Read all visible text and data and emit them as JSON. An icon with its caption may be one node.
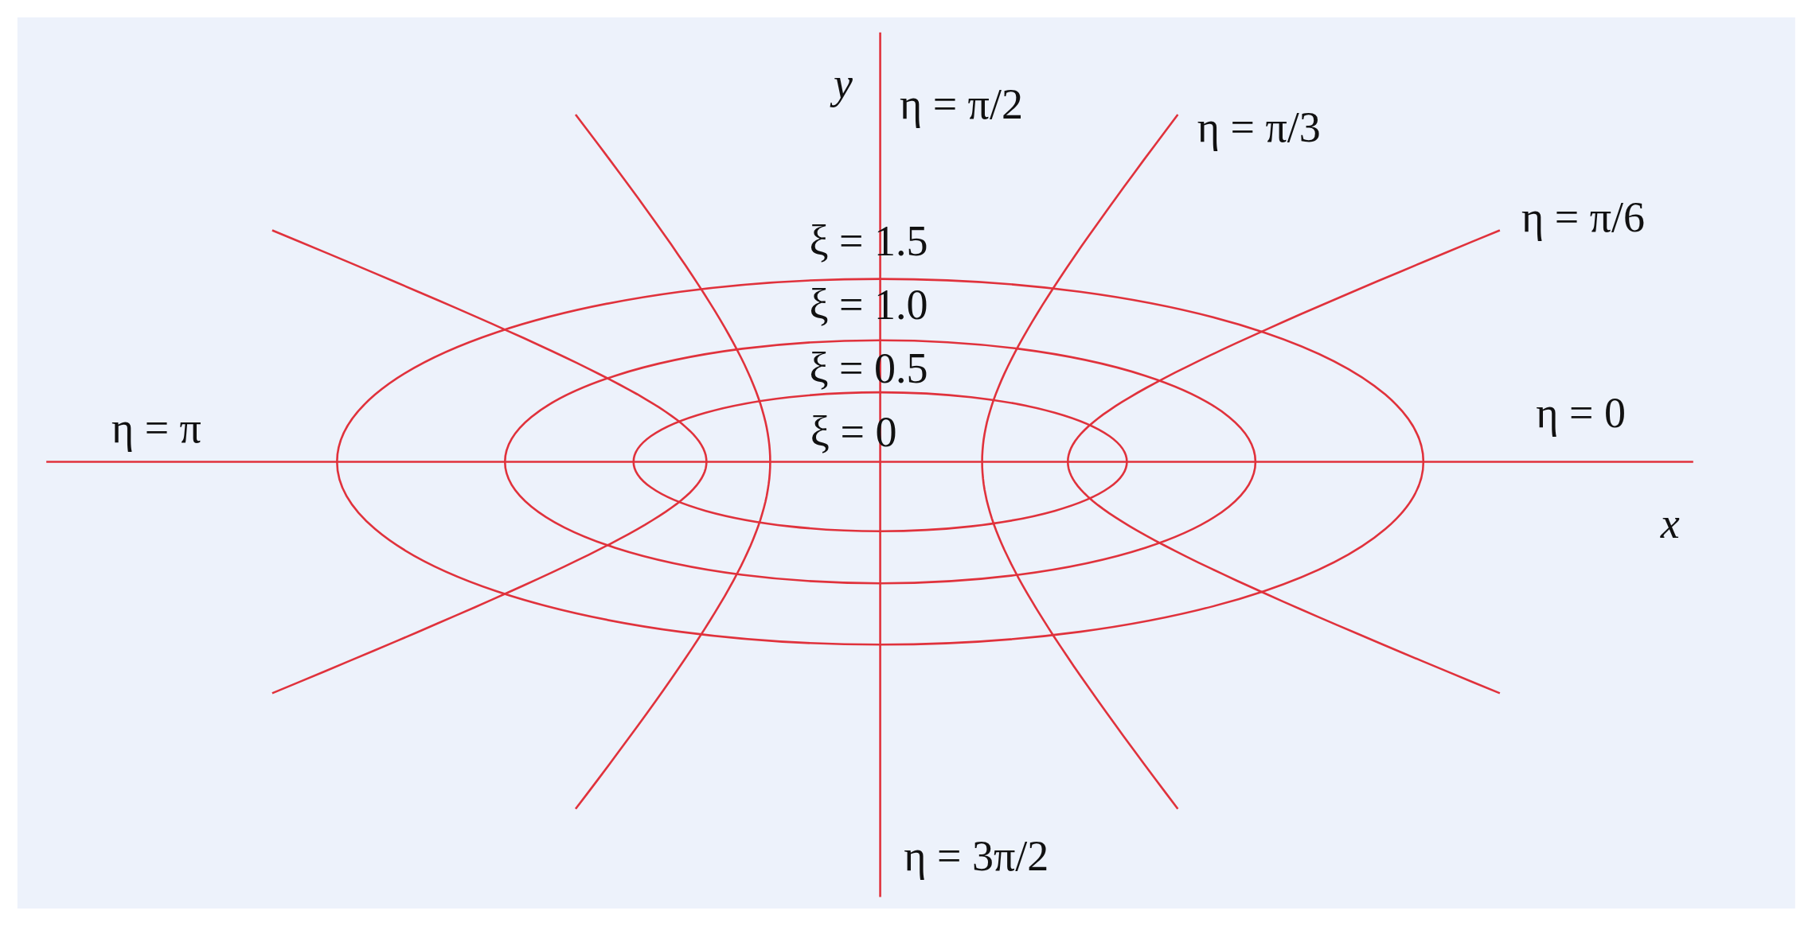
{
  "diagram": {
    "labels": [
      "y",
      "η = π/2",
      "η = π/3",
      "η = π/6",
      "ξ = 1.5",
      "ξ = 1.0",
      "ξ = 0.5",
      "η = π",
      "ξ = 0",
      "η = 0",
      "x",
      "η = 3π/2"
    ]
  }
}
